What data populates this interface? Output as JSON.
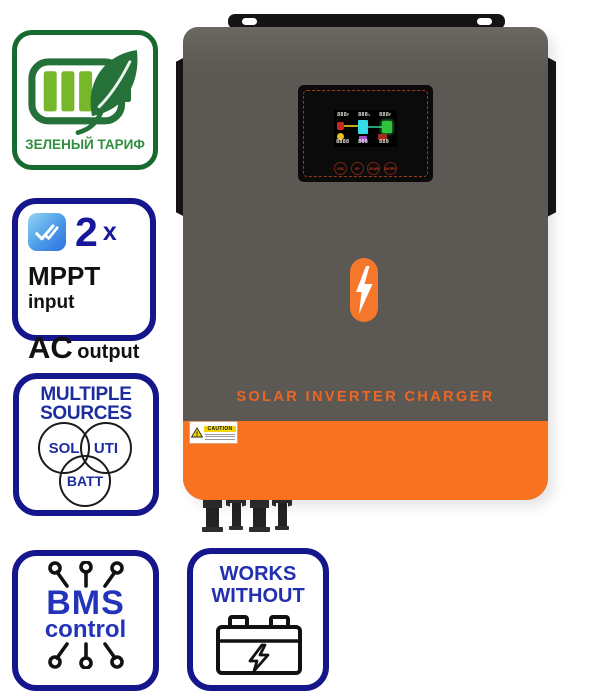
{
  "badges": {
    "border_color": "#16168c",
    "green_tariff": {
      "label": "ЗЕЛЕНЫЙ ТАРИФ",
      "border_color": "#176a2e",
      "text_color": "#2f8f3e",
      "bar_color": "#76b82a",
      "icon": "battery-leaf-icon"
    },
    "mppt": {
      "icon": "double-check-icon",
      "count_big": "2",
      "count_small": "x",
      "row1_strong": "MPPT",
      "row1_label": "input",
      "row2_strong": "AC",
      "row2_label": "output",
      "accent_color": "#17179c"
    },
    "sources": {
      "title_line1": "MULTIPLE",
      "title_line2": "SOURCES",
      "circle1": "SOL",
      "circle2": "UTI",
      "circle3": "BATT",
      "text_color": "#1d2d9e"
    },
    "bms": {
      "title": "BMS",
      "subtitle": "control",
      "icon": "circuit-pins-icon",
      "text_color": "#2334bb"
    },
    "works_without": {
      "line1": "WORKS",
      "line2": "WITHOUT",
      "icon": "no-battery-icon",
      "text_color": "#222fae"
    }
  },
  "inverter": {
    "name_label": "SOLAR INVERTER CHARGER",
    "label_color": "#ee6722",
    "body_color": "#5c5854",
    "accent_color": "#f8721f",
    "caution_label": "CAUTION",
    "caution_mark": "!",
    "display": {
      "top_row": [
        "888",
        "888",
        "888"
      ],
      "top_units": [
        "F",
        "%",
        "F"
      ],
      "bottom_row": [
        "8888",
        "888",
        "888"
      ],
      "buttons": [
        "ESC",
        "UP",
        "DOWN",
        "ENTER"
      ]
    },
    "logo": "lightning-bolt-icon"
  }
}
